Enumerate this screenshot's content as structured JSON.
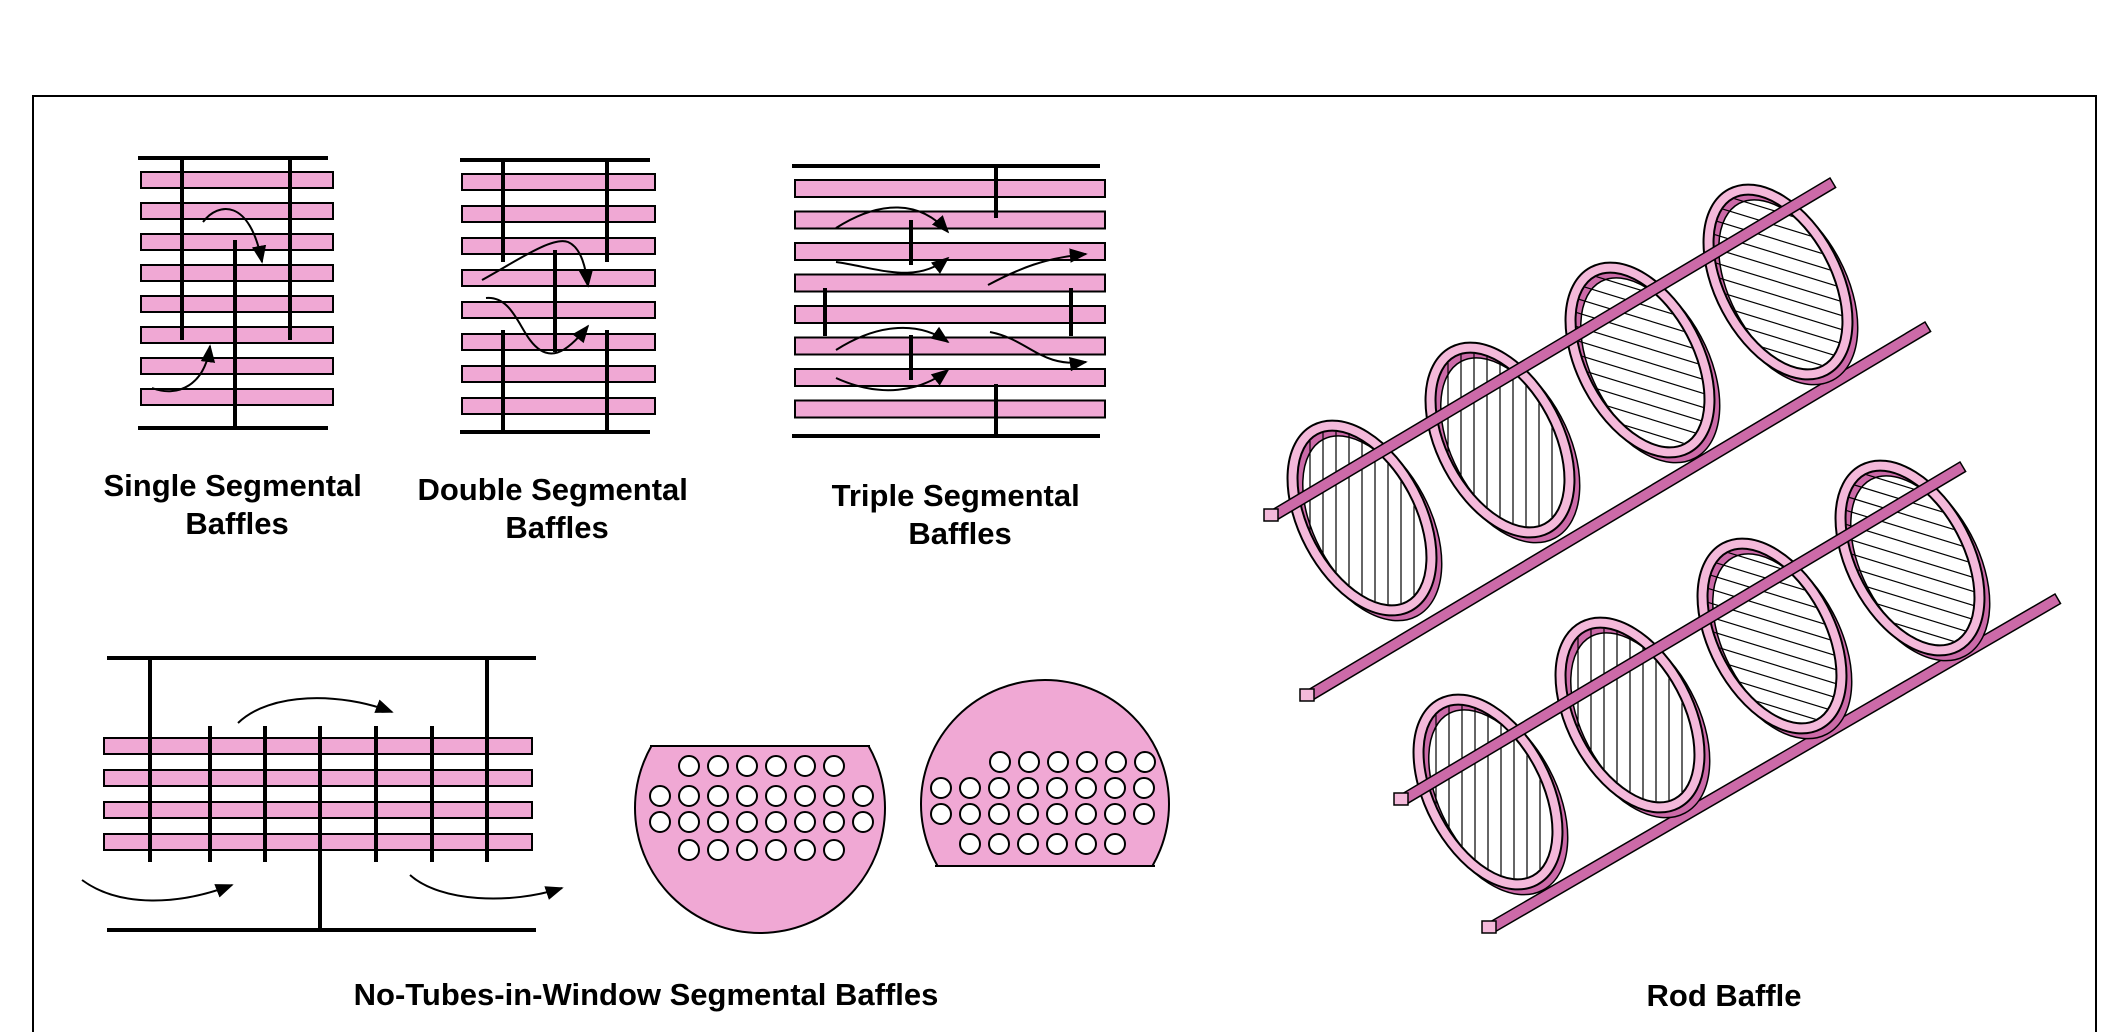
{
  "colors": {
    "tube_fill": "#f0a8d4",
    "rod_fill": "#cc6aa8",
    "rod_light": "#f4b9da",
    "line": "#000000",
    "background": "#ffffff"
  },
  "labels": {
    "single": [
      "Single Segmental",
      "Baffles"
    ],
    "double": [
      "Double Segmental",
      "Baffles"
    ],
    "triple": [
      "Triple Segmental",
      "Baffles"
    ],
    "ntiw": "No-Tubes-in-Window Segmental Baffles",
    "rod": "Rod Baffle"
  },
  "icons": {
    "flow_arrow": "curved-flow-arrow-icon",
    "tube": "tube-bar",
    "baffle": "baffle-line",
    "tube_hole": "tube-hole-circle"
  }
}
